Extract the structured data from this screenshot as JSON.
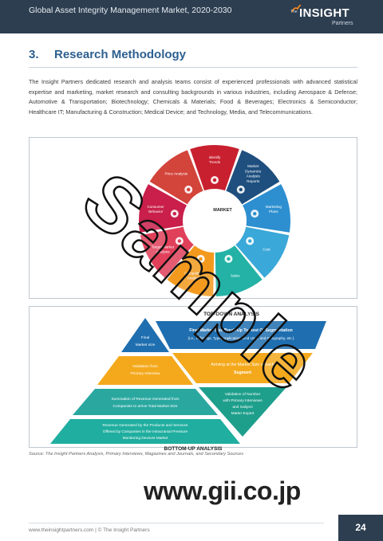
{
  "header": {
    "report_title": "Global Asset Integrity Management Market, 2020-2030",
    "brand_prefix": "The",
    "brand_name": "INSIGHT",
    "brand_suffix": "Partners"
  },
  "section": {
    "number": "3.",
    "title": "Research Methodology"
  },
  "intro_text": "The Insight Partners dedicated research and analysis teams consist of experienced professionals with advanced statistical expertise and marketing, market research and consulting backgrounds in various industries, including Aerospace & Defense; Automotive & Transportation; Biotechnology; Chemicals & Materials; Food & Beverages; Electronics & Semiconductor; Healthcare IT; Manufacturing & Construction; Medical Device; and Technology, Media, and Telecommunications.",
  "wheel": {
    "center_label": "MARKET",
    "segments": [
      {
        "label": "Identify Trends",
        "color": "#c8202f",
        "icon": "presentation-icon"
      },
      {
        "label": "Market Dynamics Analysis Reports",
        "color": "#1e4f7e",
        "icon": "chart-icon"
      },
      {
        "label": "Marketing Plans",
        "color": "#2d8fd0",
        "icon": "lightbulb-icon"
      },
      {
        "label": "Cost",
        "color": "#3aa8d8",
        "icon": "coins-icon"
      },
      {
        "label": "Sales",
        "color": "#23b2a5",
        "icon": "handshake-icon"
      },
      {
        "label": "Competitive Analysis",
        "color": "#f39a1e",
        "icon": "target-icon"
      },
      {
        "label": "Target Market Analysis",
        "color": "#e0405a",
        "icon": "magnifier-icon"
      },
      {
        "label": "Consumer Behavior",
        "color": "#c91f4a",
        "icon": "people-icon"
      },
      {
        "label": "Price Analysis",
        "color": "#d3443a",
        "icon": "price-tag-icon"
      }
    ]
  },
  "pyramid": {
    "top_down_title": "TOP-DOWN ANALYSIS",
    "bottom_up_title": "BOTTOM-UP ANALYSIS",
    "top_down": [
      {
        "line1": "Final Market Size Break-Up To Rest Of Segmentation",
        "line2": "(i.e., Offerings, Type, Application, End User, and Geography, etc.)",
        "color": "#1f6fb0"
      },
      {
        "line1": "Arriving at the Market Size of each",
        "line2": "Segment",
        "color": "#f4a91c"
      },
      {
        "line1": "Validation of Number",
        "line2": "with Primary Interviews",
        "line3": "and Subject",
        "line4": "Matter Expert",
        "color": "#1e9f8c"
      }
    ],
    "bottom_up": [
      {
        "line1": "Final",
        "line2": "Market size",
        "color": "#1f6fb0"
      },
      {
        "line1": "Validation from",
        "line2": "Primary Interview",
        "color": "#f4a91c"
      },
      {
        "line1": "Summation of Revenue Generated from",
        "line2": "Companies to arrive Total Market Size",
        "color": "#2aa8a0"
      },
      {
        "line1": "Revenue Generated by the Products and Services",
        "line2": "Offered by Companies in the Intracranial Pressure",
        "line3": "Monitoring Devices Market",
        "color": "#1fae9f"
      }
    ]
  },
  "source_note": "Source: The Insight Partners Analysis, Primary Interviews, Magazines and Journals, and Secondary Sources",
  "watermark": "Sample",
  "gii_url": "www.gii.co.jp",
  "footer": {
    "text": "www.theinsightpartners.com   |   © The Insight Partners",
    "page_number": "24"
  }
}
